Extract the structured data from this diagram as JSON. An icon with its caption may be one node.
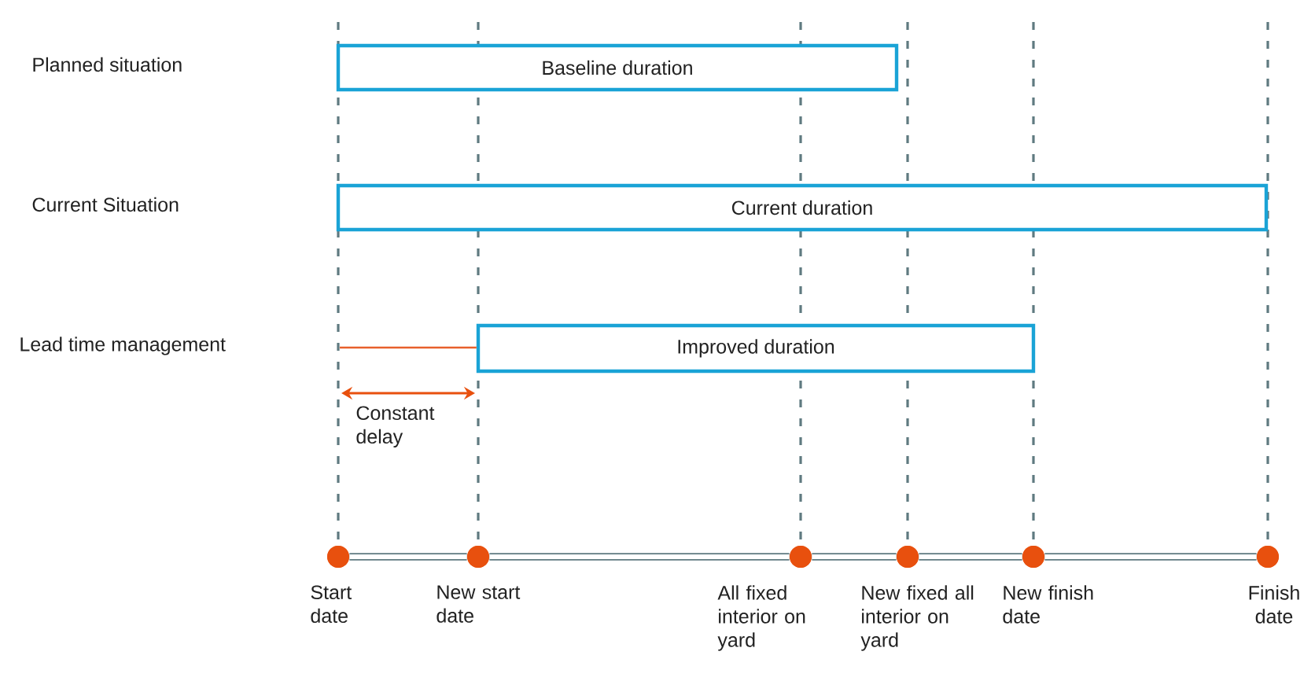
{
  "diagram": {
    "nodes": [
      {
        "text": [
          "Baseline duration"
        ]
      },
      {
        "text": [
          "Current duration"
        ]
      },
      {
        "text": [
          "Improved duration"
        ]
      },
      {
        "text": [],
        "shape": "circle",
        "beside": [
          "Start date"
        ]
      },
      {
        "text": [],
        "shape": "circle",
        "beside": [
          "New start date"
        ]
      },
      {
        "text": [],
        "shape": "circle",
        "beside": [
          "All fixed interior on yard"
        ]
      },
      {
        "text": [],
        "shape": "circle",
        "beside": [
          "New fixed all interior on yard"
        ]
      },
      {
        "text": [],
        "shape": "circle",
        "beside": [
          "New finish date"
        ]
      },
      {
        "text": [],
        "shape": "circle",
        "beside": [
          "Finish date"
        ]
      }
    ],
    "edges": [
      {
        "from": 3,
        "to": 4,
        "arrow": "none"
      },
      {
        "from": 4,
        "to": 5,
        "arrow": "none"
      },
      {
        "from": 5,
        "to": 6,
        "arrow": "none"
      },
      {
        "from": 6,
        "to": 7,
        "arrow": "none"
      },
      {
        "from": 7,
        "to": 8,
        "arrow": "none"
      },
      {
        "from": null,
        "to": 2,
        "arrow": "none",
        "color": "#e8602c"
      }
    ],
    "labels": [
      "Planned situation",
      "Current Situation",
      "Lead time management",
      "Constant delay"
    ]
  }
}
